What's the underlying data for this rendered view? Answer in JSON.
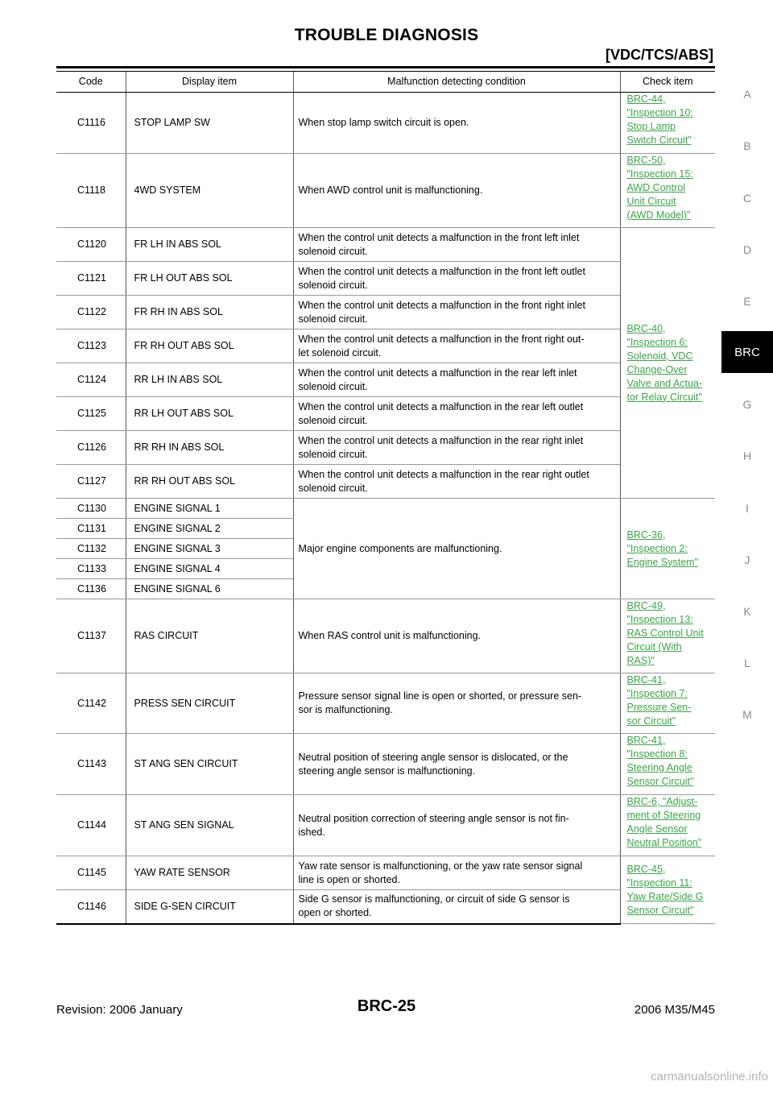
{
  "header": {
    "title": "TROUBLE DIAGNOSIS",
    "subtitle": "[VDC/TCS/ABS]"
  },
  "side_index": {
    "letters": [
      "A",
      "B",
      "C",
      "D",
      "E",
      "BRC",
      "G",
      "H",
      "I",
      "J",
      "K",
      "L",
      "M"
    ],
    "active": "BRC"
  },
  "table": {
    "columns": [
      "Code",
      "Display item",
      "Malfunction detecting condition",
      "Check item"
    ],
    "links": {
      "l1116": [
        "BRC-44, ",
        "\"Inspection 10: ",
        "Stop Lamp ",
        "Switch Circuit\""
      ],
      "l1118": [
        "BRC-50, ",
        "\"Inspection 15: ",
        "AWD Control ",
        "Unit Circuit ",
        "(AWD Model)\""
      ],
      "l1120": [
        "BRC-40, ",
        "\"Inspection 6: ",
        "Solenoid, VDC ",
        "Change-Over ",
        "Valve and Actua-",
        "tor Relay Circuit\""
      ],
      "l1130": [
        "BRC-36, ",
        "\"Inspection 2: ",
        "Engine System\""
      ],
      "l1137": [
        "BRC-49, ",
        "\"Inspection 13: ",
        "RAS Control Unit ",
        "Circuit (With ",
        "RAS)\""
      ],
      "l1142": [
        "BRC-41, ",
        "\"Inspection 7: ",
        "Pressure Sen-",
        "sor Circuit\""
      ],
      "l1143": [
        "BRC-41, ",
        "\"Inspection 8: ",
        "Steering Angle ",
        "Sensor Circuit\""
      ],
      "l1144": [
        "BRC-6, \"Adjust-",
        "ment of Steering ",
        "Angle Sensor ",
        "Neutral Position\""
      ],
      "l1145": [
        "BRC-45, ",
        "\"Inspection 11: ",
        "Yaw Rate/Side G ",
        "Sensor Circuit\""
      ]
    },
    "rows": [
      {
        "code": "C1116",
        "display": "STOP LAMP SW",
        "condition": [
          "When stop lamp switch circuit is open."
        ]
      },
      {
        "code": "C1118",
        "display": "4WD SYSTEM",
        "condition": [
          "When AWD control unit is malfunctioning."
        ]
      },
      {
        "code": "C1120",
        "display": "FR LH IN ABS SOL",
        "condition": [
          "When the control unit detects a malfunction in the front left inlet",
          "solenoid circuit."
        ]
      },
      {
        "code": "C1121",
        "display": "FR LH OUT ABS SOL",
        "condition": [
          "When the control unit detects a malfunction in the front left outlet",
          "solenoid circuit."
        ]
      },
      {
        "code": "C1122",
        "display": "FR RH IN ABS SOL",
        "condition": [
          "When the control unit detects a malfunction in the front right inlet",
          "solenoid circuit."
        ]
      },
      {
        "code": "C1123",
        "display": "FR RH OUT ABS SOL",
        "condition": [
          "When the control unit detects a malfunction in the front right out-",
          "let solenoid circuit."
        ]
      },
      {
        "code": "C1124",
        "display": "RR LH IN ABS SOL",
        "condition": [
          "When the control unit detects a malfunction in the rear left inlet",
          "solenoid circuit."
        ]
      },
      {
        "code": "C1125",
        "display": "RR LH OUT ABS SOL",
        "condition": [
          "When the control unit detects a malfunction in the rear left outlet",
          "solenoid circuit."
        ]
      },
      {
        "code": "C1126",
        "display": "RR RH IN ABS SOL",
        "condition": [
          "When the control unit detects a malfunction in the rear right inlet",
          "solenoid circuit."
        ]
      },
      {
        "code": "C1127",
        "display": "RR RH OUT ABS SOL",
        "condition": [
          "When the control unit detects a malfunction in the rear right outlet",
          "solenoid circuit."
        ]
      },
      {
        "code": "C1130",
        "display": "ENGINE SIGNAL 1",
        "condition": [
          "Major engine components are malfunctioning."
        ]
      },
      {
        "code": "C1131",
        "display": "ENGINE SIGNAL 2"
      },
      {
        "code": "C1132",
        "display": "ENGINE SIGNAL 3"
      },
      {
        "code": "C1133",
        "display": "ENGINE SIGNAL 4"
      },
      {
        "code": "C1136",
        "display": "ENGINE SIGNAL 6"
      },
      {
        "code": "C1137",
        "display": "RAS CIRCUIT",
        "condition": [
          "When RAS control unit is malfunctioning."
        ]
      },
      {
        "code": "C1142",
        "display": "PRESS SEN CIRCUIT",
        "condition": [
          "Pressure sensor signal line is open or shorted, or pressure sen-",
          "sor is malfunctioning."
        ]
      },
      {
        "code": "C1143",
        "display": "ST ANG SEN CIRCUIT",
        "condition": [
          "Neutral position of steering angle sensor is dislocated, or the",
          "steering angle sensor is malfunctioning."
        ]
      },
      {
        "code": "C1144",
        "display": "ST ANG SEN SIGNAL",
        "condition": [
          "Neutral position correction of steering angle sensor is not fin-",
          "ished."
        ]
      },
      {
        "code": "C1145",
        "display": "YAW RATE SENSOR",
        "condition": [
          "Yaw rate sensor is malfunctioning, or the yaw rate sensor signal",
          "line is open or shorted."
        ]
      },
      {
        "code": "C1146",
        "display": "SIDE G-SEN CIRCUIT",
        "condition": [
          "Side G sensor is malfunctioning, or circuit of side G sensor is",
          "open or shorted."
        ]
      }
    ]
  },
  "footer": {
    "revision": "Revision: 2006 January",
    "page": "BRC-25",
    "model": "2006 M35/M45",
    "watermark": "carmanualsonline.info"
  },
  "colors": {
    "link": "#3ea44a",
    "tab_bg": "#000000",
    "side_letter": "#8a8a8a"
  }
}
